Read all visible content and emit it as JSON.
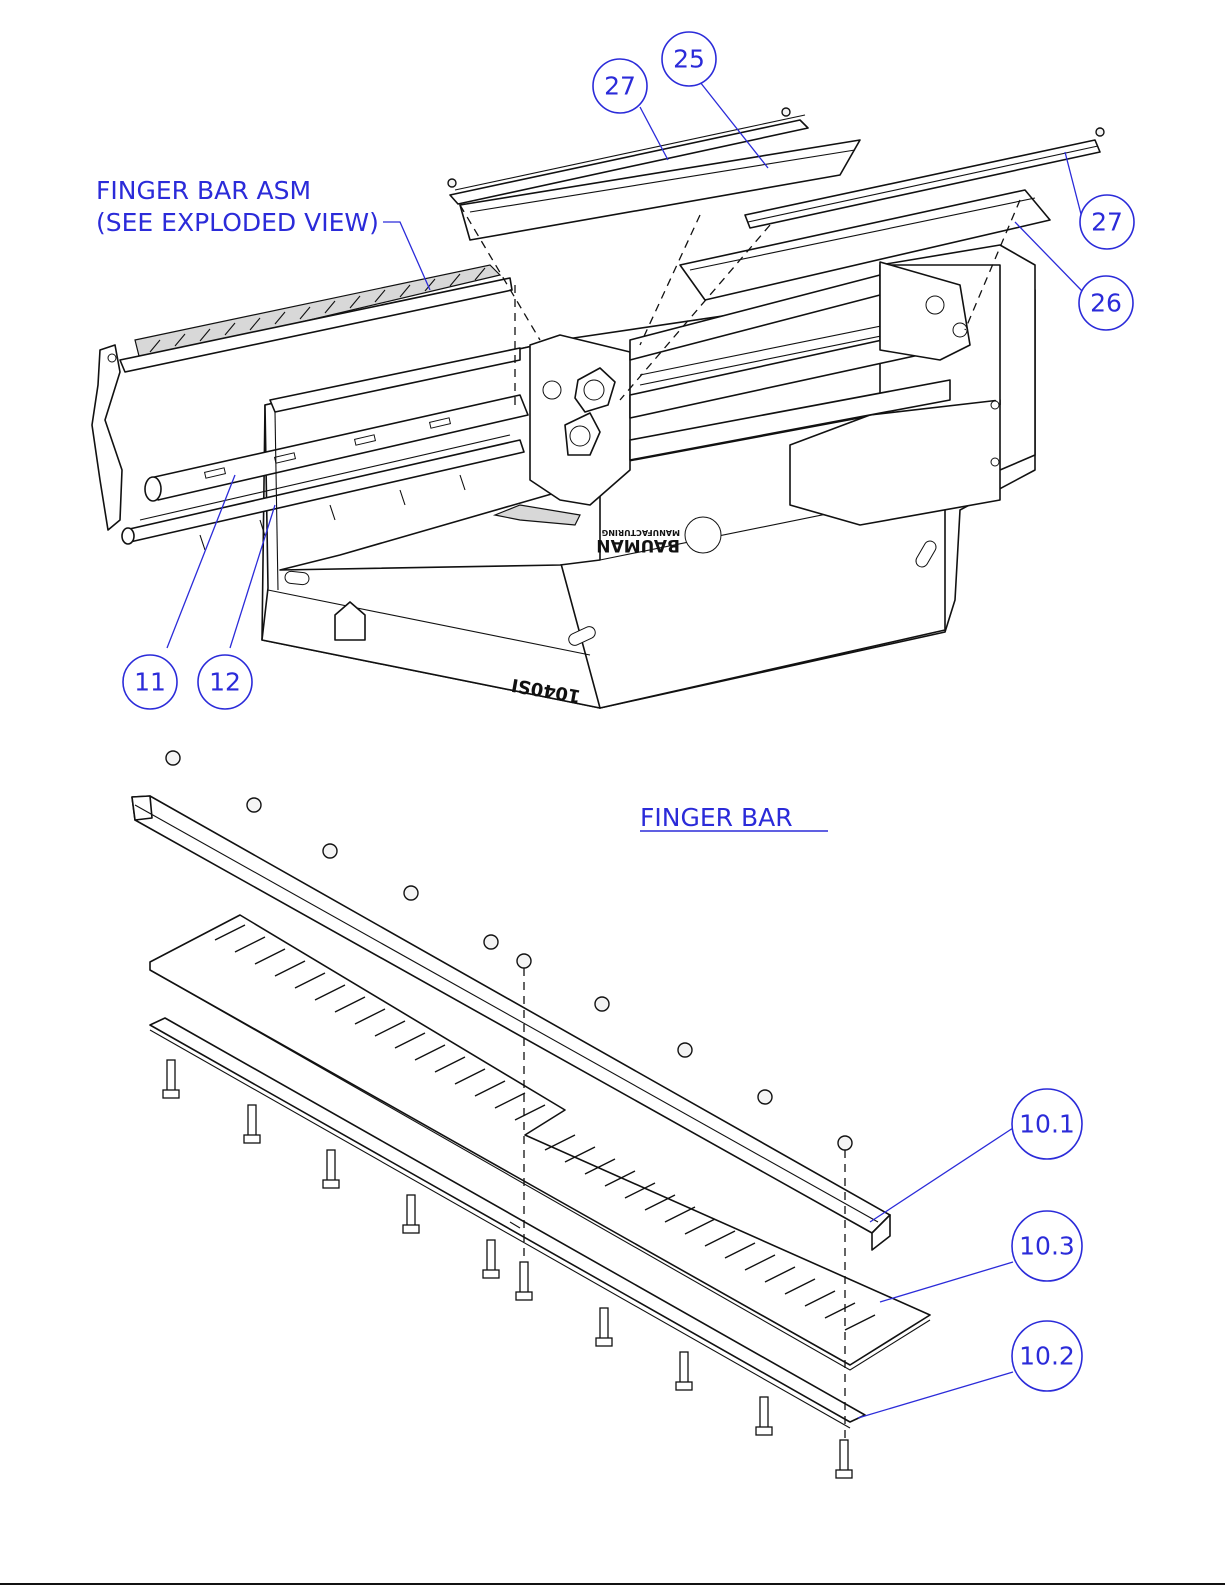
{
  "callouts": {
    "finger_bar_asm_note": {
      "line1": "FINGER BAR ASM",
      "line2": "(SEE EXPLODED VIEW)"
    },
    "balloons": {
      "b25": "25",
      "b27_left": "27",
      "b27_right": "27",
      "b26": "26",
      "b11": "11",
      "b12": "12",
      "b10_1": "10.1",
      "b10_3": "10.3",
      "b10_2": "10.2"
    }
  },
  "detail_title": "FINGER BAR",
  "machine_markings": {
    "brand": "BAUMAN",
    "brand_sub": "MANUFACTURING",
    "model": "1040SI"
  },
  "colors": {
    "callout_blue": "#2b2bd9",
    "line_black": "#111111"
  }
}
